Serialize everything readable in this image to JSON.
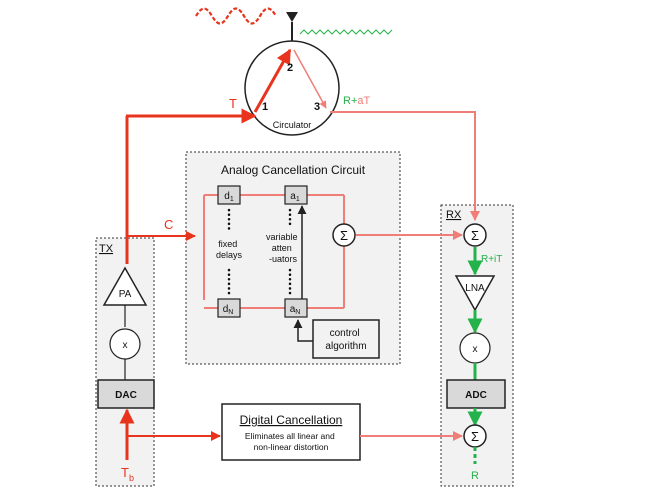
{
  "circulator": {
    "label": "Circulator",
    "port1": "1",
    "port2": "2",
    "port3": "3"
  },
  "signals": {
    "t": "T",
    "c": "C",
    "r_plus": "R+",
    "a_t": "aT",
    "r_plus_it": "R+iT",
    "r": "R",
    "t_b_main": "T",
    "t_b_sub": "b"
  },
  "analog": {
    "title": "Analog Cancellation Circuit",
    "d1_main": "d",
    "d1_sub": "1",
    "dn_main": "d",
    "dn_sub": "N",
    "a1_main": "a",
    "a1_sub": "1",
    "an_main": "a",
    "an_sub": "N",
    "fixed_line1": "fixed",
    "fixed_line2": "delays",
    "variable_line1": "variable",
    "variable_line2": "atten",
    "variable_line3": "-uators",
    "sum": "Σ",
    "control_line1": "control",
    "control_line2": "algorithm"
  },
  "tx": {
    "label": "TX",
    "pa": "PA",
    "mixer": "x",
    "dac": "DAC"
  },
  "rx": {
    "label": "RX",
    "sum_top": "Σ",
    "lna": "LNA",
    "mixer": "x",
    "adc": "ADC",
    "sum_bottom": "Σ"
  },
  "digital": {
    "title": "Digital Cancellation",
    "line1": "Eliminates all linear and",
    "line2": "non-linear distortion"
  },
  "colors": {
    "tx_red": "#e8341c",
    "cancel_pink": "#f07e78",
    "rx_green": "#23b34a",
    "box_fill": "#f2f2f2",
    "dark": "#222222"
  }
}
